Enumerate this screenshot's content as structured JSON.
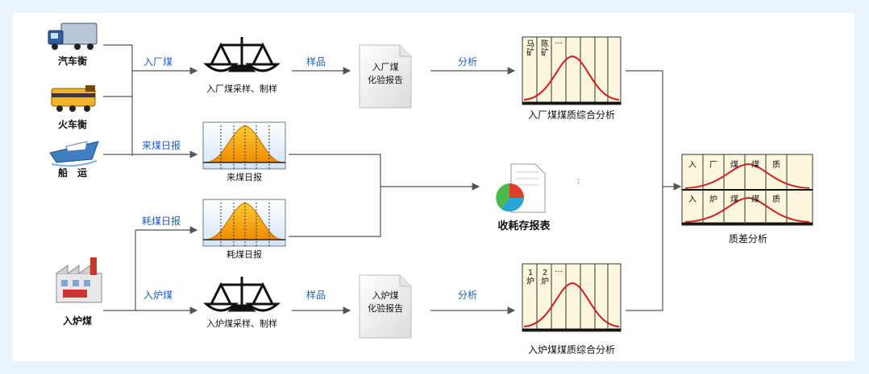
{
  "sources": {
    "truck": "汽车衡",
    "train": "火车衡",
    "ship": "船　运",
    "furnace": "入炉煤"
  },
  "edges": {
    "incoming_coal": "入厂煤",
    "daily_report": "来煤日报",
    "consume_report": "耗煤日报",
    "furnace_coal": "入炉煤",
    "sample_top": "样品",
    "sample_bottom": "样品",
    "analysis_top": "分析",
    "analysis_bottom": "分析"
  },
  "nodes": {
    "sampling_in": "入厂煤采样、制样",
    "sampling_furnace": "入炉煤采样、制样",
    "report_in": "入厂煤\n化验报告",
    "report_furnace": "入炉煤\n化验报告",
    "daily_chart": "来煤日报",
    "consume_chart": "耗煤日报",
    "inventory": "收耗存报表",
    "quality_in": "入厂煤煤质综合分析",
    "quality_furnace": "入炉煤煤质综合分析",
    "diff": "质差分析"
  },
  "chart_cells": {
    "top_cols": [
      "马矿",
      "陈矿",
      "…"
    ],
    "bottom_cols": [
      "1炉",
      "2炉",
      "…"
    ],
    "diff_row1": [
      "入",
      "厂",
      "煤",
      "煤",
      "质"
    ],
    "diff_row2": [
      "入",
      "炉",
      "煤",
      "煤",
      "质"
    ]
  },
  "colors": {
    "arrow": "#555555",
    "label_blue": "#1d5fb8",
    "curve_red": "#cc1f1f",
    "fill_orange": "#f5a10c",
    "panel_bg": "#fbf6dc"
  }
}
